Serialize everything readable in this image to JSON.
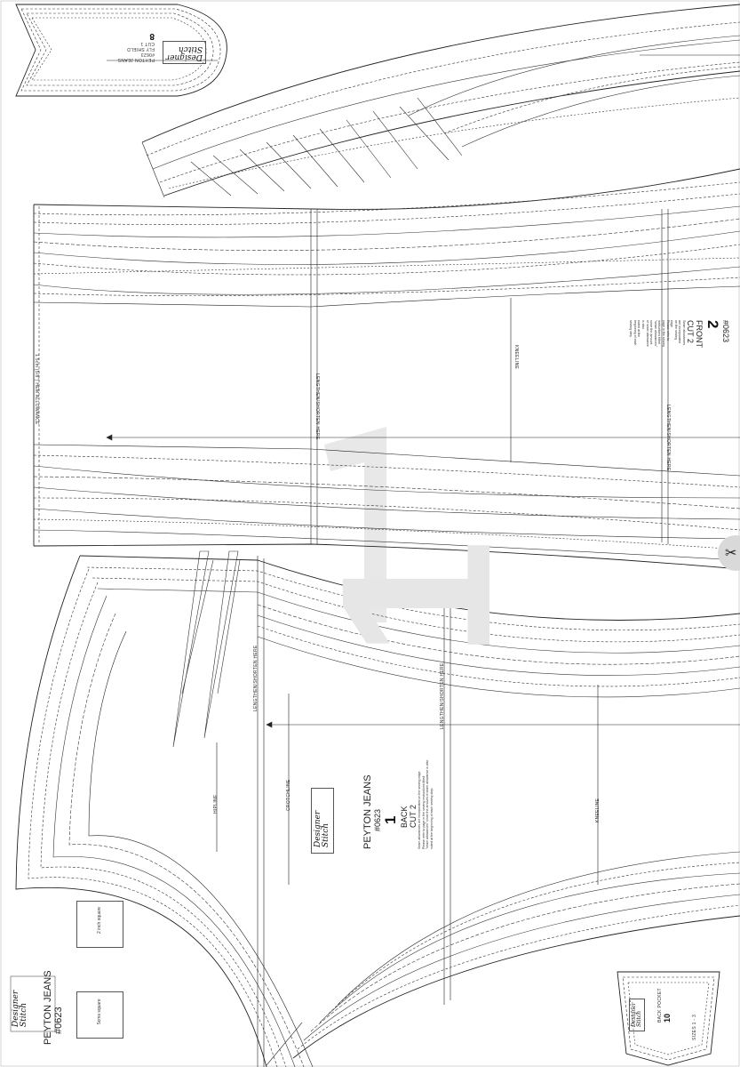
{
  "sheet": {
    "watermark": "1",
    "scissor_glyph": "✂"
  },
  "piece_back": {
    "title": "PEYTON JEANS",
    "style_number": "#0623",
    "number": "1",
    "name": "BACK",
    "cut": "CUT 2",
    "note": "Seam allowances are incorporated on the sewing edge.\nPlease refer to page in the sewing instructions titled\n\"seam allowances\" since the amount of seam allowance is also\nnoted at the beginning of each sewing step.",
    "labels": {
      "lengthen_shorten_1": "LENGTHEN/SHORTEN HERE",
      "lengthen_shorten_2": "LENGTHEN/SHORTEN HERE",
      "crotch": "CROTCHLINE",
      "hip": "HIPLINE",
      "knee": "KNEELINE"
    }
  },
  "piece_front": {
    "style_number": "#0623",
    "number": "2",
    "name": "FRONT",
    "cut": "CUT 2",
    "note": "Seam allowances are incorporated on the sewing edge.\nPlease refer to page in the sewing instructions titled\n\"seam allowances\" since the amount of seam allowance is also\nnoted at the beginning of each sewing step.",
    "labels": {
      "lengthen_shorten_1": "LENGTHEN/SHORTEN HERE",
      "lengthen_shorten_2": "LENGTHEN/SHORTEN HERE",
      "knee": "KNEELINE",
      "hem_allowance": "1.5cm (5/8\") HEM ALLOWANCE"
    }
  },
  "piece_fly": {
    "title": "PEYTON JEANS",
    "style_number": "#0623",
    "name": "FLY SHIELD",
    "cut": "CUT 1",
    "number": "8"
  },
  "piece_pocket": {
    "number": "10",
    "name": "BACK POCKET",
    "sizes": "SIZES 1 - 3"
  },
  "legend": {
    "title": "PEYTON JEANS",
    "style_number": "#0623",
    "square_2in": "2 inch square",
    "square_5cm": "5cms square"
  },
  "brand": {
    "line1": "Designer",
    "line2": "Stitch"
  }
}
